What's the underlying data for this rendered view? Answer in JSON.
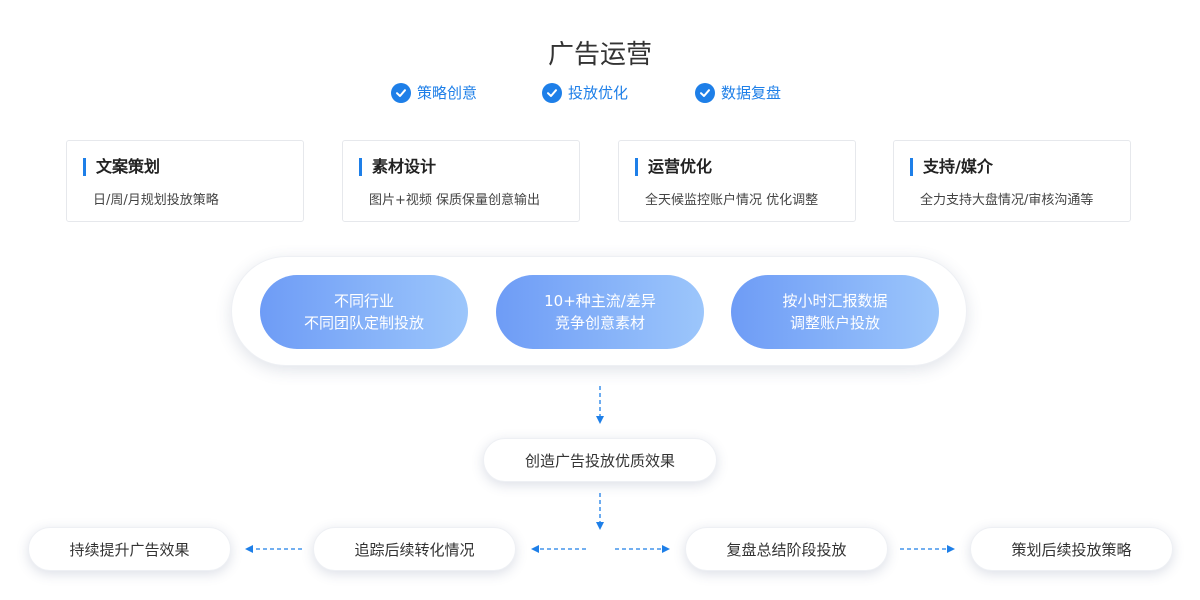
{
  "title": "广告运营",
  "checks": [
    "策略创意",
    "投放优化",
    "数据复盘"
  ],
  "cards": [
    {
      "title": "文案策划",
      "desc": "日/周/月规划投放策略"
    },
    {
      "title": "素材设计",
      "desc": "图片+视频 保质保量创意输出"
    },
    {
      "title": "运营优化",
      "desc": "全天候监控账户情况 优化调整"
    },
    {
      "title": "支持/媒介",
      "desc": "全力支持大盘情况/审核沟通等"
    }
  ],
  "pills": [
    {
      "line1": "不同行业",
      "line2": "不同团队定制投放"
    },
    {
      "line1": "10+种主流/差异",
      "line2": "竞争创意素材"
    },
    {
      "line1": "按小时汇报数据",
      "line2": "调整账户投放"
    }
  ],
  "flow": {
    "center": "创造广告投放优质效果",
    "left_far": "持续提升广告效果",
    "left_near": "追踪后续转化情况",
    "right_near": "复盘总结阶段投放",
    "right_far": "策划后续投放策略"
  },
  "colors": {
    "accent": "#1e7fe8",
    "pill_start": "#6e9cf6",
    "pill_end": "#9cc6fb"
  }
}
